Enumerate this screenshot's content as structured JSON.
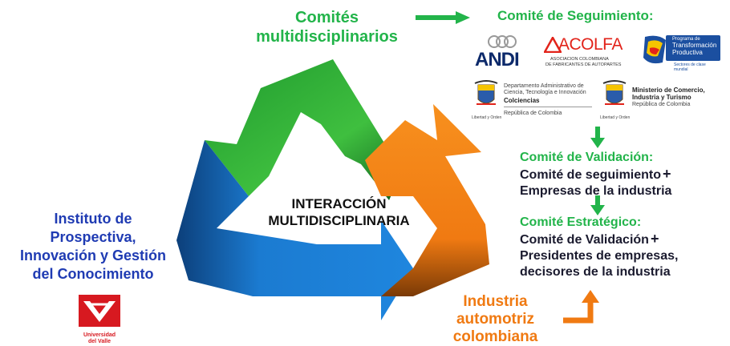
{
  "header": {
    "comites_line1": "Comités",
    "comites_line2": "multidisciplinarios",
    "seguimiento_title": "Comité de Seguimiento:"
  },
  "center_label": {
    "line1": "INTERACCIÓN",
    "line2": "MULTIDISCIPLINARIA"
  },
  "institute": {
    "line1": "Instituto de",
    "line2": "Prospectiva,",
    "line3": "Innovación y Gestión",
    "line4": "del Conocimiento"
  },
  "industry": {
    "line1": "Industria",
    "line2": "automotriz",
    "line3": "colombiana"
  },
  "validacion": {
    "title": "Comité de Validación:",
    "line1": "Comité de seguimiento",
    "line2": "Empresas de la industria"
  },
  "estrategico": {
    "title": "Comité Estratégico:",
    "line1": "Comité de Validación",
    "line2": "Presidentes de empresas,",
    "line3": "decisores de la industria"
  },
  "plus_sign": "+",
  "logos": {
    "andi": "ANDI",
    "acolfa": "ACOLFA",
    "acolfa_sub1": "ASOCIACION COLOMBIANA",
    "acolfa_sub2": "DE FABRICANTES DE AUTOPARTES",
    "ptp1": "Programa de",
    "ptp2": "Transformación",
    "ptp3": "Productiva",
    "ptp4": "Sectores de clase mundial",
    "colciencias1": "Departamento Administrativo de",
    "colciencias2": "Ciencia, Tecnología e Innovación",
    "colciencias3": "Colciencias",
    "colciencias4": "República de Colombia",
    "libertad": "Libertad y Orden",
    "mincomercio1": "Ministerio de Comercio,",
    "mincomercio2": "Industria y Turismo",
    "mincomercio3": "República de Colombia",
    "univalle1": "Universidad",
    "univalle2": "del Valle"
  },
  "colors": {
    "green": "#22b44a",
    "blue": "#1f3bb3",
    "orange": "#f07a12",
    "arrow_blue": "#1a73c9",
    "arrow_green": "#2aa63a",
    "arrow_orange": "#f5821f"
  }
}
